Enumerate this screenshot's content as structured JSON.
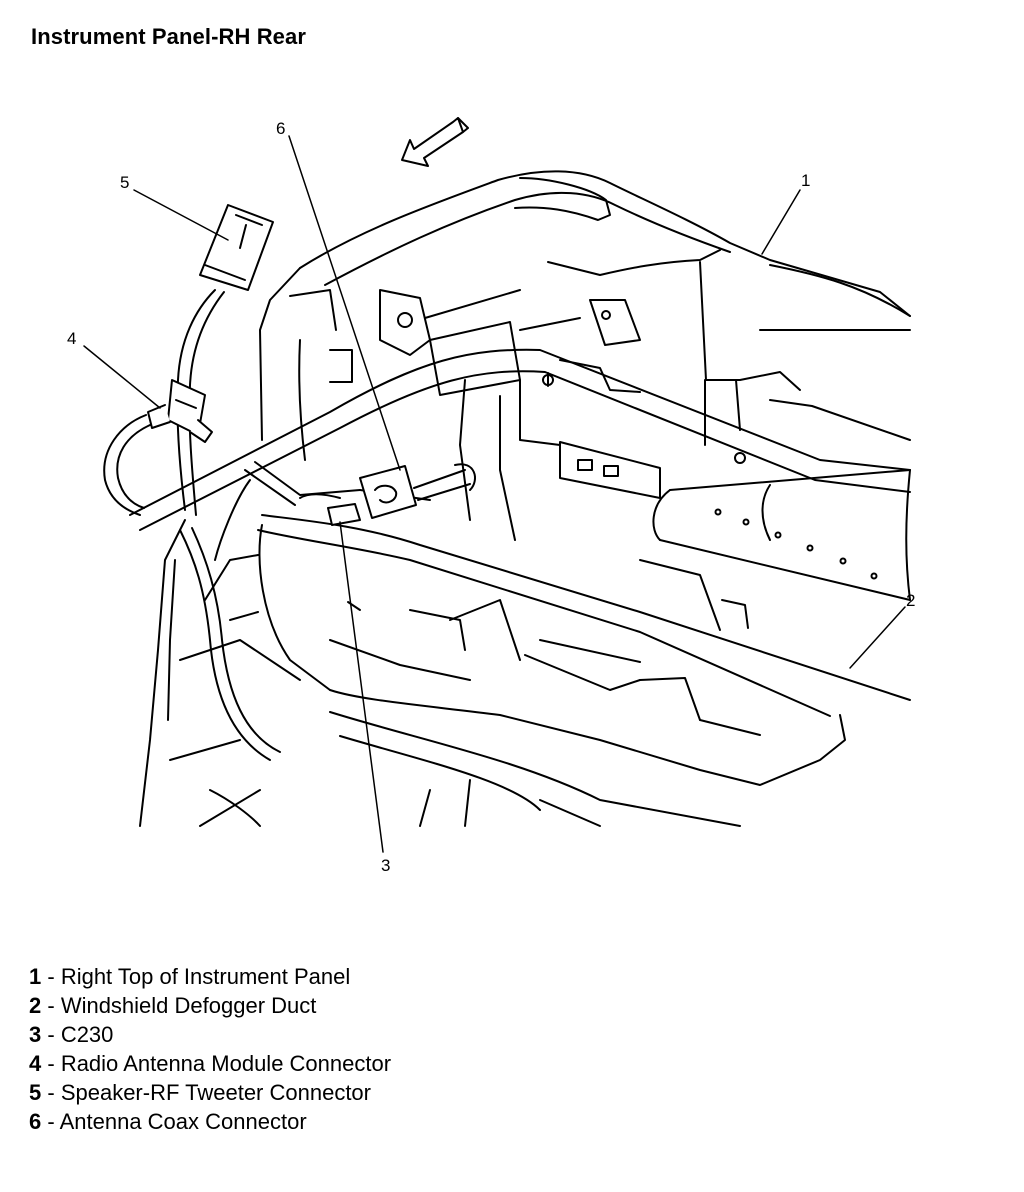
{
  "title": "Instrument Panel-RH Rear",
  "callouts": [
    "1",
    "2",
    "3",
    "4",
    "5",
    "6"
  ],
  "legend": [
    {
      "num": "1",
      "sep": " - ",
      "text": "Right Top of Instrument Panel"
    },
    {
      "num": "2",
      "sep": " - ",
      "text": "Windshield Defogger Duct"
    },
    {
      "num": "3",
      "sep": " - ",
      "text": "C230"
    },
    {
      "num": "4",
      "sep": " - ",
      "text": "Radio Antenna Module Connector"
    },
    {
      "num": "5",
      "sep": " - ",
      "text": "Speaker-RF Tweeter Connector"
    },
    {
      "num": "6",
      "sep": " - ",
      "text": "Antenna Coax Connector"
    }
  ],
  "colors": {
    "line": "#000000",
    "background": "#ffffff"
  }
}
